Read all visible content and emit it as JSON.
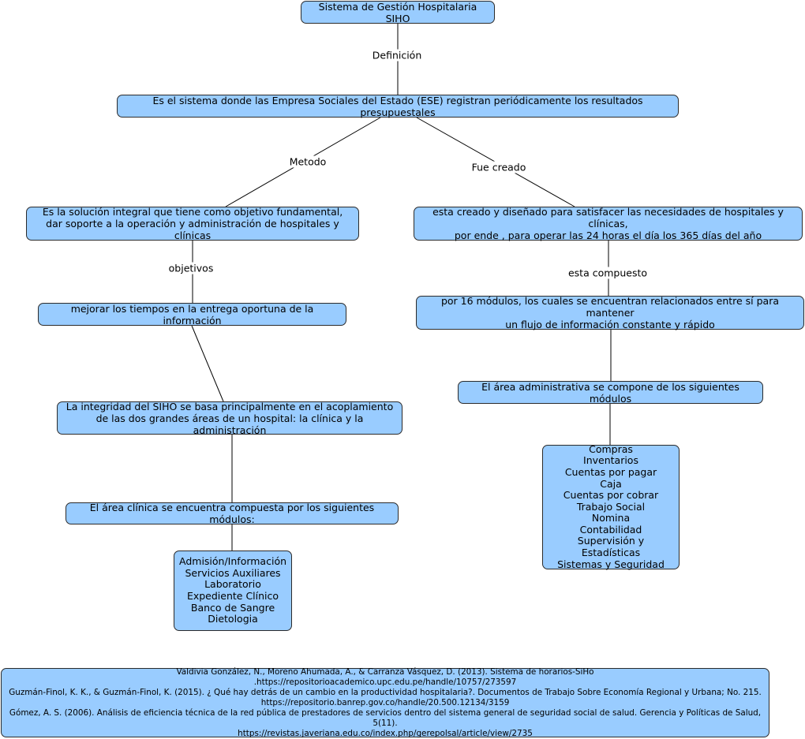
{
  "nodes": {
    "root": "Sistema de Gestión Hospitalaria SIHO",
    "definition": "Es el sistema donde las Empresa Sociales del Estado (ESE) registran periódicamente los resultados presupuestales",
    "method": "Es la solución integral que tiene como objetivo fundamental,\ndar soporte a la operación y administración de hospitales y clínicas",
    "created": "esta creado y diseñado para satisfacer las necesidades de hospitales y clínicas,\npor ende , para operar las 24 horas el día los 365 días del año",
    "objective": "mejorar los tiempos en la entrega oportuna de la información",
    "modules16": "por 16 módulos, los cuales se encuentran relacionados entre sí para mantener\nun flujo de información constante y rápido",
    "admin_area": "El área administrativa se compone de los siguientes módulos",
    "integrity": "La integridad del SIHO se basa principalmente en el acoplamiento\nde las dos grandes áreas de un hospital: la clínica y la administración",
    "clinical_area": "El área clínica se encuentra compuesta por los siguientes módulos:",
    "admin_modules": "Compras\nInventarios\nCuentas por pagar\nCaja\nCuentas por cobrar\nTrabajo Social\nNomina\nContabilidad\nSupervisión y Estadísticas\nSistemas y Seguridad",
    "clinical_modules": "Admisión/Información\nServicios Auxiliares\nLaboratorio\nExpediente Clínico\nBanco de Sangre\nDietologia",
    "references": "Valdivia González, N., Moreno Ahumada, A., & Carranza Vásquez, D. (2013). Sistema de horarios-SiHo\n.https://repositorioacademico.upc.edu.pe/handle/10757/273597\nGuzmán-Finol, K. K., & Guzmán-Finol, K. (2015). ¿ Qué hay detrás de un cambio en la productividad hospitalaria?. Documentos de Trabajo Sobre Economía Regional y Urbana; No. 215.\nhttps://repositorio.banrep.gov.co/handle/20.500.12134/3159\nGómez, A. S. (2006). Análisis de eficiencia técnica de la red pública de prestadores de servicios dentro del sistema general de seguridad social de salud. Gerencia y Políticas de Salud, 5(11).\nhttps://revistas.javeriana.edu.co/index.php/gerepolsal/article/view/2735"
  },
  "links": {
    "definicion": "Definición",
    "metodo": "Metodo",
    "fue_creado": "Fue creado",
    "objetivos": "objetivos",
    "esta_compuesto": "esta compuesto"
  },
  "colors": {
    "node_fill": "#99ccff",
    "node_border": "#2b2b2b",
    "line": "#000000"
  }
}
